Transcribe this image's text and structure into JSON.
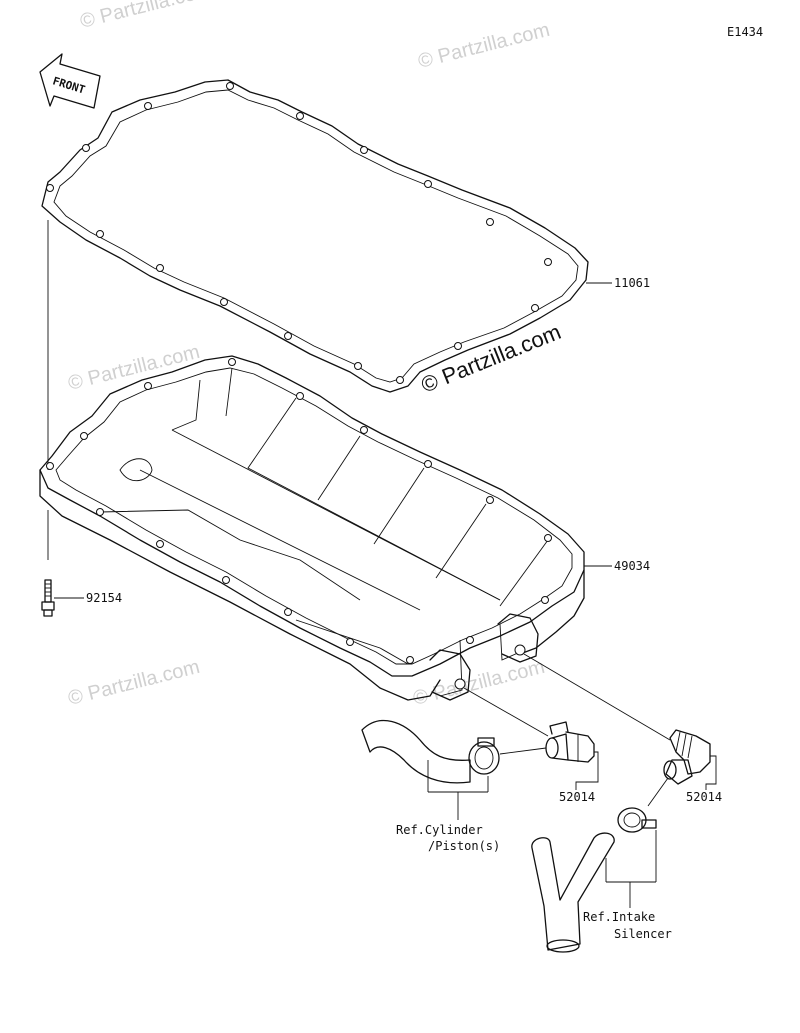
{
  "diagram_code": "E1434",
  "front_label": "FRONT",
  "watermark_text": "© Partzilla.com",
  "part_numbers": {
    "gasket": "11061",
    "oil_pan": "49034",
    "bolt": "92154",
    "fitting_left": "52014",
    "fitting_right": "52014"
  },
  "references": {
    "cylinder_line1": "Ref.Cylinder",
    "cylinder_line2": "/Piston(s)",
    "intake_line1": "Ref.Intake",
    "intake_line2": "Silencer"
  },
  "colors": {
    "line": "#111111",
    "watermark": "#d0d0d0",
    "background": "#ffffff"
  }
}
